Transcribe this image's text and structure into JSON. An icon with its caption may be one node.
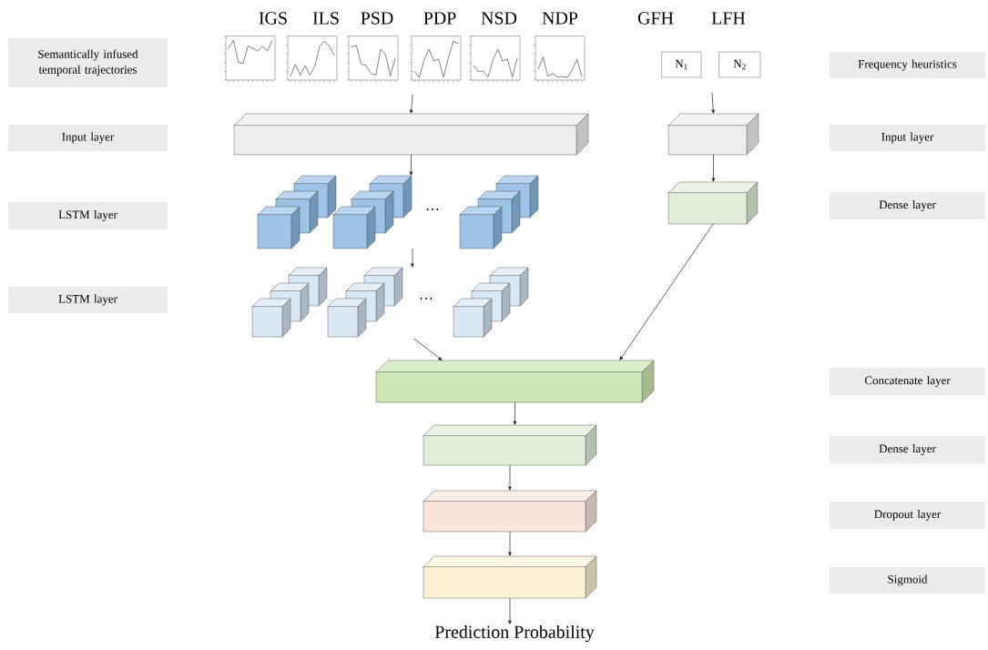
{
  "diagram": {
    "nodes": [
      {
        "text": [
          "N$_{1}$"
        ]
      },
      {
        "text": [
          "N$_{2}$"
        ]
      },
      {
        "text": [],
        "shape": "box"
      },
      {
        "text": [],
        "shape": "cube"
      },
      {
        "text": [],
        "shape": "cube"
      },
      {
        "text": [],
        "shape": "box"
      },
      {
        "text": [],
        "shape": "box"
      },
      {
        "text": [],
        "shape": "box"
      },
      {
        "text": [],
        "shape": "box"
      },
      {
        "text": [],
        "shape": "box"
      },
      {
        "text": [],
        "shape": "box"
      },
      {
        "text": [
          "Prediction Probability"
        ]
      },
      {
        "text": [
          "Semantically infused temporal trajectories"
        ]
      },
      {
        "text": [
          "Input layer"
        ]
      },
      {
        "text": [
          "LSTM layer"
        ]
      },
      {
        "text": [
          "LSTM layer"
        ]
      },
      {
        "text": [
          "Frequency heuristics"
        ]
      },
      {
        "text": [
          "Input layer"
        ]
      },
      {
        "text": [
          "Dense layer"
        ]
      },
      {
        "text": [
          "Concatenate layer"
        ]
      },
      {
        "text": [
          "Dense layer"
        ]
      },
      {
        "text": [
          "Dropout layer"
        ]
      },
      {
        "text": [
          "Sigmoid"
        ]
      }
    ],
    "edges": [
      {
        "from": null,
        "to": 2,
        "arrow": "to"
      },
      {
        "from": 2,
        "to": 3,
        "arrow": "to"
      },
      {
        "from": 3,
        "to": 4,
        "arrow": "to"
      },
      {
        "from": 4,
        "to": 7,
        "arrow": "to"
      },
      {
        "from": null,
        "to": 5,
        "arrow": "to"
      },
      {
        "from": 5,
        "to": 6,
        "arrow": "to"
      },
      {
        "from": 6,
        "to": 7,
        "arrow": "to"
      },
      {
        "from": 7,
        "to": 8,
        "arrow": "to"
      },
      {
        "from": 8,
        "to": 9,
        "arrow": "to"
      },
      {
        "from": 9,
        "to": 10,
        "arrow": "to"
      },
      {
        "from": 10,
        "to": 11,
        "arrow": "to"
      }
    ],
    "labels": [
      "IGS",
      "ILS",
      "PSD",
      "PDP",
      "NSD",
      "NDP",
      "GFH",
      "LFH",
      "…",
      "…"
    ]
  }
}
